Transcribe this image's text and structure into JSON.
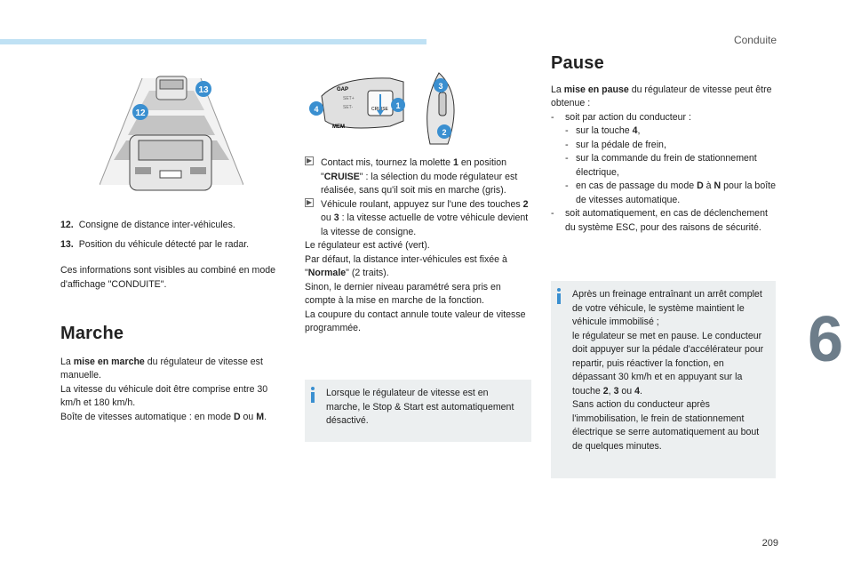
{
  "header": {
    "section": "Conduite",
    "chapter": "6",
    "page": "209"
  },
  "figure_left": {
    "labels": [
      "13",
      "12"
    ]
  },
  "figure_right": {
    "labels": [
      "3",
      "4",
      "1",
      "2"
    ],
    "stalk_text": [
      "GAP",
      "CRUISE",
      "MEM",
      "SET+",
      "SET-"
    ]
  },
  "legend": [
    {
      "num": "12.",
      "text": "Consigne de distance inter-véhicules."
    },
    {
      "num": "13.",
      "text": "Position du véhicule détecté par le radar."
    }
  ],
  "legend_note": "Ces informations sont visibles au combiné en mode d'affichage \"CONDUITE\".",
  "marche": {
    "title": "Marche",
    "p1_pre": "La ",
    "p1_bold": "mise en marche",
    "p1_post": " du régulateur de vitesse est manuelle.",
    "p2": "La vitesse du véhicule doit être comprise entre 30 km/h et 180 km/h.",
    "p3_pre": "Boîte de vitesses automatique : en mode ",
    "p3_d": "D",
    "p3_mid": " ou ",
    "p3_m": "M",
    "p3_post": "."
  },
  "middle": {
    "b1_pre": "Contact mis, tournez la molette ",
    "b1_num": "1",
    "b1_mid": " en position \"",
    "b1_bold": "CRUISE",
    "b1_post": "\" : la sélection du mode régulateur est réalisée, sans qu'il soit mis en marche (gris).",
    "b2_pre": "Véhicule roulant, appuyez sur l'une des touches ",
    "b2_n2": "2",
    "b2_mid": " ou ",
    "b2_n3": "3",
    "b2_post": " : la vitesse actuelle de votre véhicule devient la vitesse de consigne.",
    "p1": "Le régulateur est activé (vert).",
    "p2_pre": "Par défaut, la distance inter-véhicules est fixée à \"",
    "p2_bold": "Normale",
    "p2_post": "\" (2 traits).",
    "p3": "Sinon, le dernier niveau paramétré sera pris en compte à la mise en marche de la fonction.",
    "p4": "La coupure du contact annule toute valeur de vitesse programmée.",
    "note": "Lorsque le régulateur de vitesse est en marche, le Stop & Start est automatiquement désactivé."
  },
  "pause": {
    "title": "Pause",
    "intro_pre": "La ",
    "intro_bold": "mise en pause",
    "intro_post": " du régulateur de vitesse peut être obtenue :",
    "item1": "soit par action du conducteur :",
    "sub1_pre": "sur la touche ",
    "sub1_num": "4",
    "sub1_post": ",",
    "sub2": "sur la pédale de frein,",
    "sub3": "sur la commande du frein de stationnement électrique,",
    "sub4_pre": "en cas de passage du mode ",
    "sub4_d": "D",
    "sub4_mid": " à ",
    "sub4_n": "N",
    "sub4_post": " pour la boîte de vitesses automatique.",
    "item2": "soit automatiquement, en cas de déclenchement du système ESC, pour des raisons de sécurité.",
    "note_p1": "Après un freinage entraînant un arrêt complet de votre véhicule, le système maintient le véhicule immobilisé ;",
    "note_p2": "le régulateur se met en pause. Le conducteur doit appuyer sur la pédale d'accélérateur pour repartir, puis réactiver la fonction, en dépassant 30 km/h et en appuyant sur la touche ",
    "note_n2": "2",
    "note_c": ", ",
    "note_n3": "3",
    "note_ou": " ou ",
    "note_n4": "4",
    "note_dot": ".",
    "note_p3": "Sans action du conducteur après l'immobilisation, le frein de stationnement électrique se serre automatiquement au bout de quelques minutes."
  },
  "colors": {
    "accent": "#3a8fd0",
    "tab": "#6d7d8a",
    "note_bg": "#eceff0",
    "top_bar": "#bfe1f4"
  }
}
